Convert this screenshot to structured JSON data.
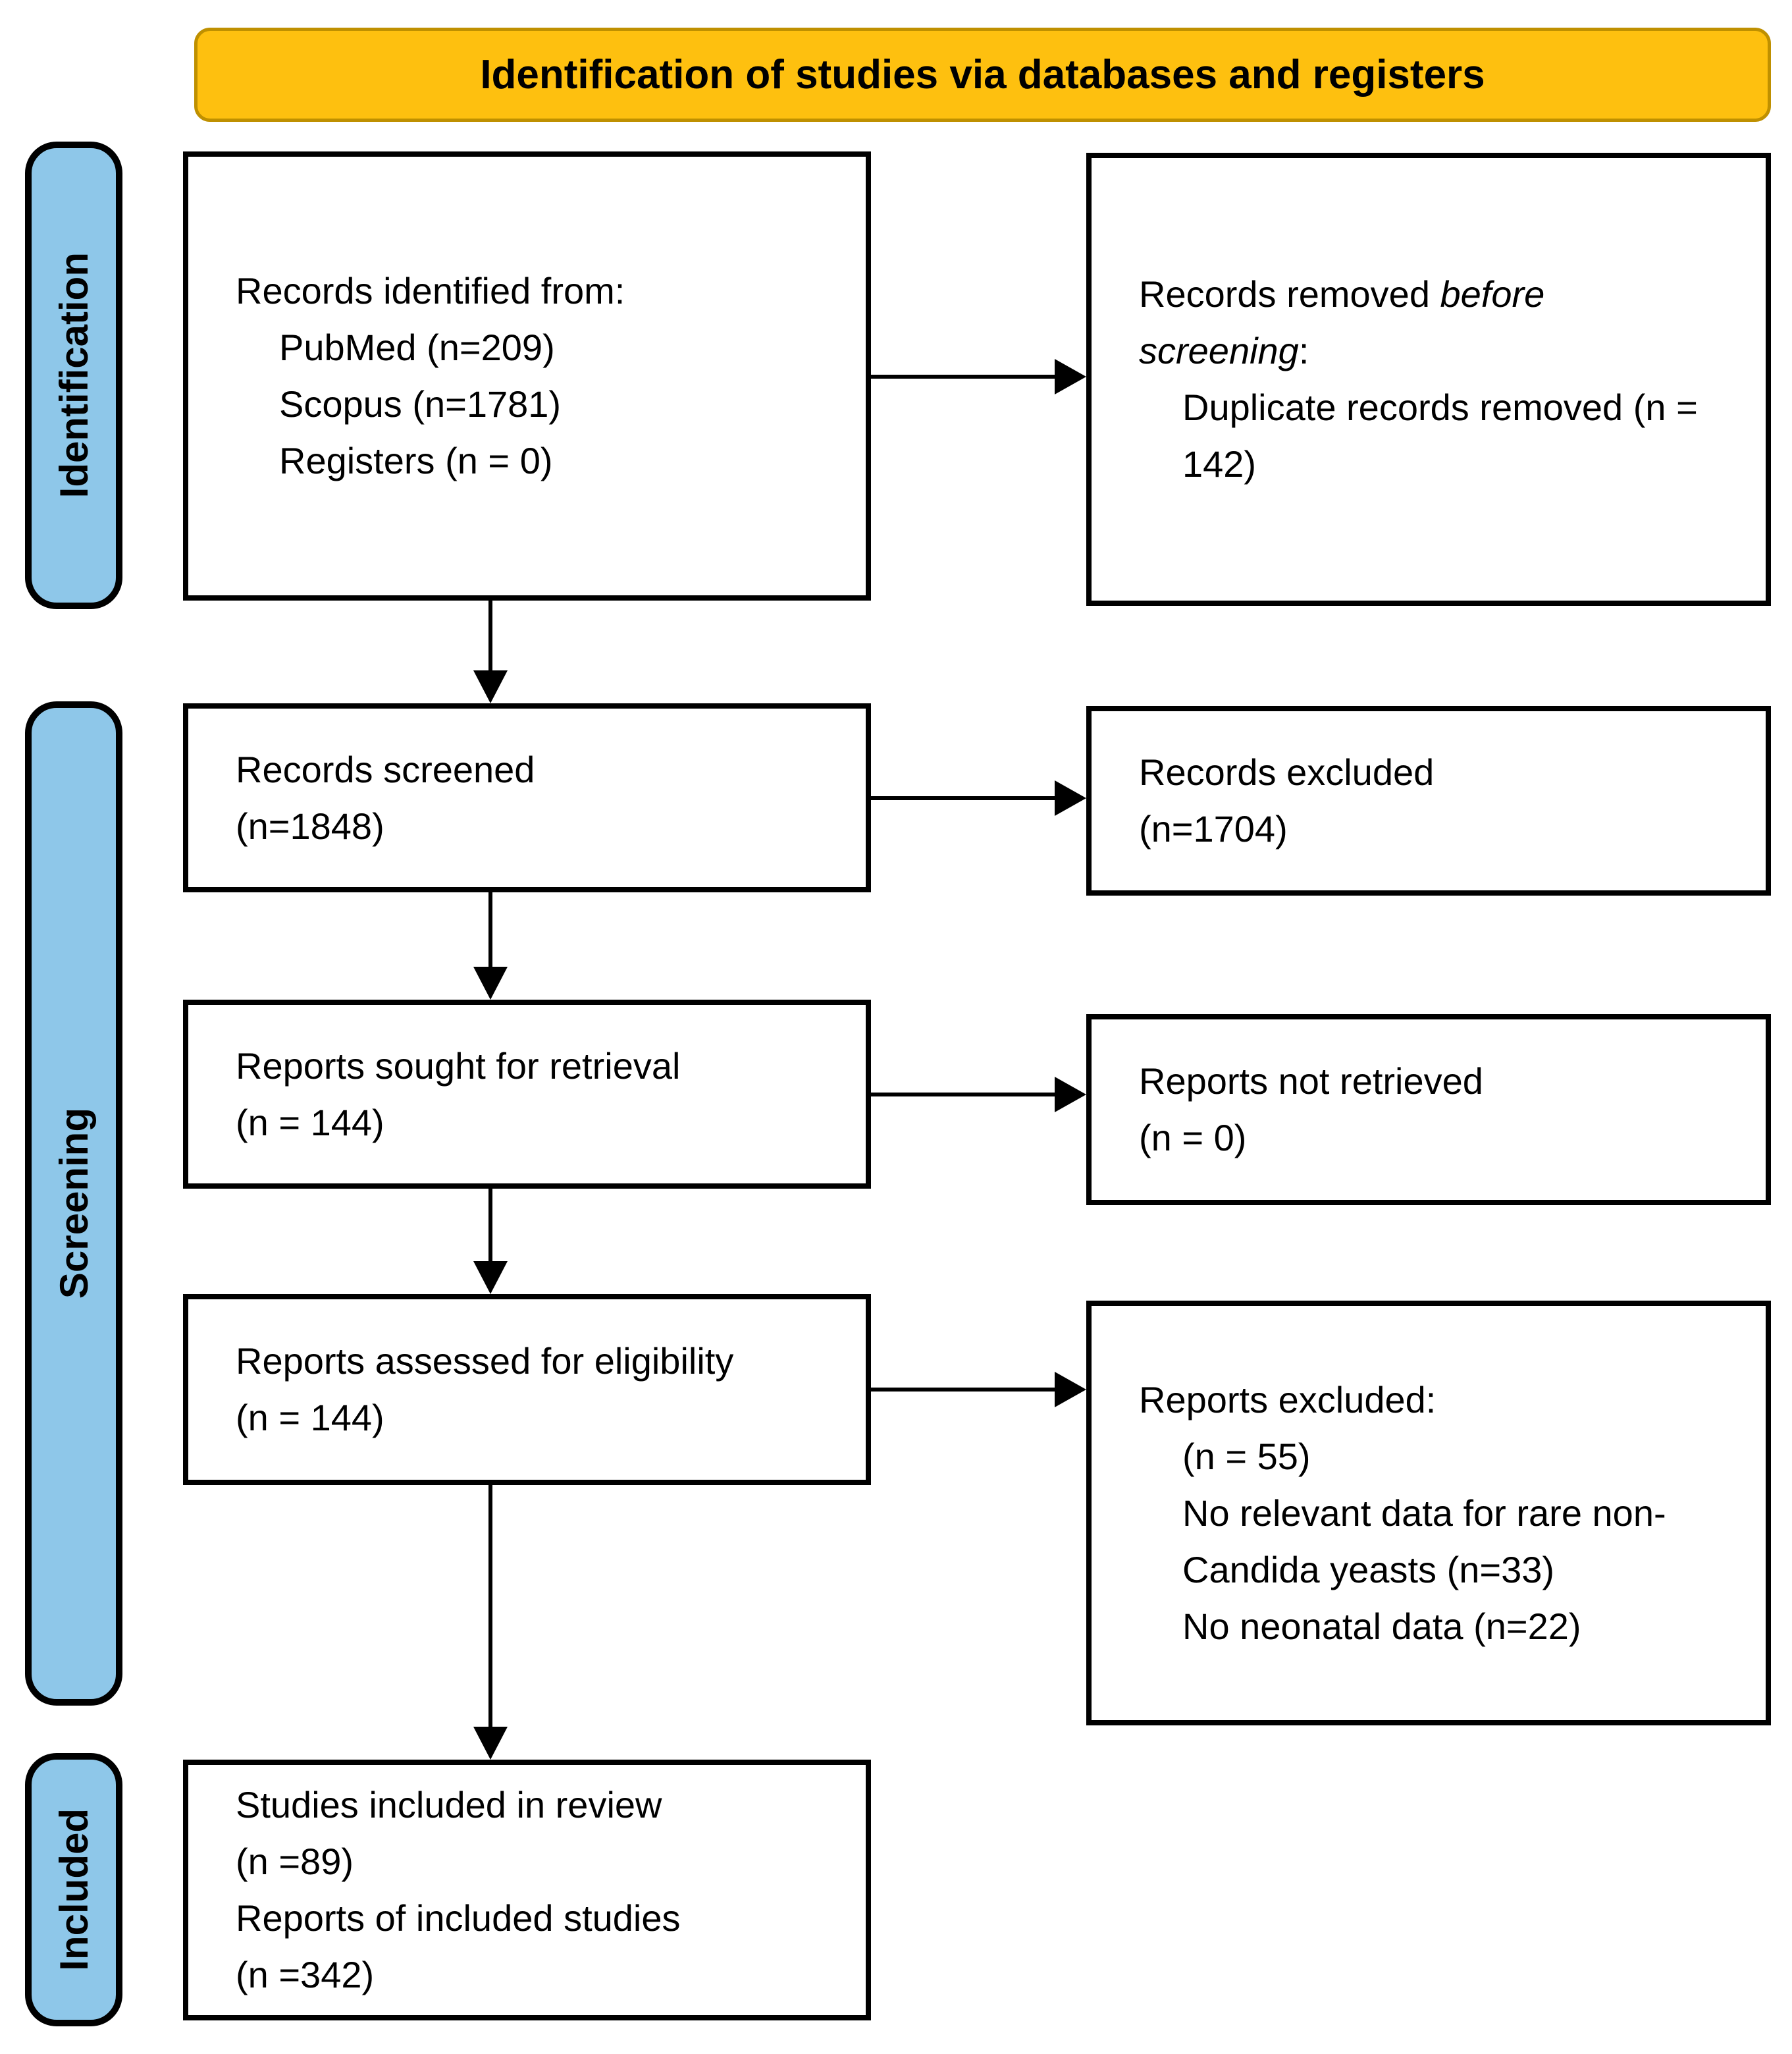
{
  "banner": {
    "title": "Identification of studies via databases and registers"
  },
  "colors": {
    "banner_fill": "#FEC00F",
    "banner_border": "#BF9000",
    "stage_fill": "#8EC7E9",
    "box_border": "#000000",
    "arrow": "#000000",
    "background": "#FFFFFF"
  },
  "stages": {
    "identification": "Identification",
    "screening": "Screening",
    "included": "Included"
  },
  "boxes": {
    "records_identified": {
      "title": "Records identified from:",
      "items": [
        "PubMed (n=209)",
        "Scopus (n=1781)",
        "Registers (n = 0)"
      ]
    },
    "records_removed": {
      "line1": {
        "normal": "Records removed ",
        "italic": "before"
      },
      "line2": {
        "italic": "screening",
        "normal": ":"
      },
      "items": [
        "Duplicate records removed (n = 142)"
      ]
    },
    "records_screened": {
      "lines": [
        "Records screened",
        "(n=1848)"
      ]
    },
    "records_excluded": {
      "lines": [
        "Records excluded",
        "(n=1704)"
      ]
    },
    "reports_sought": {
      "lines": [
        "Reports sought for retrieval",
        "(n = 144)"
      ]
    },
    "reports_not_retrieved": {
      "lines": [
        "Reports not retrieved",
        "(n = 0)"
      ]
    },
    "reports_assessed": {
      "lines": [
        "Reports assessed for eligibility",
        "(n = 144)"
      ]
    },
    "reports_excluded": {
      "title": "Reports excluded:",
      "items": [
        "(n = 55)",
        "No relevant data for rare non-Candida yeasts (n=33)",
        "No neonatal data (n=22)"
      ]
    },
    "studies_included": {
      "lines": [
        "Studies included in review",
        "(n =89)",
        "Reports of included studies",
        "(n =342)"
      ]
    }
  }
}
